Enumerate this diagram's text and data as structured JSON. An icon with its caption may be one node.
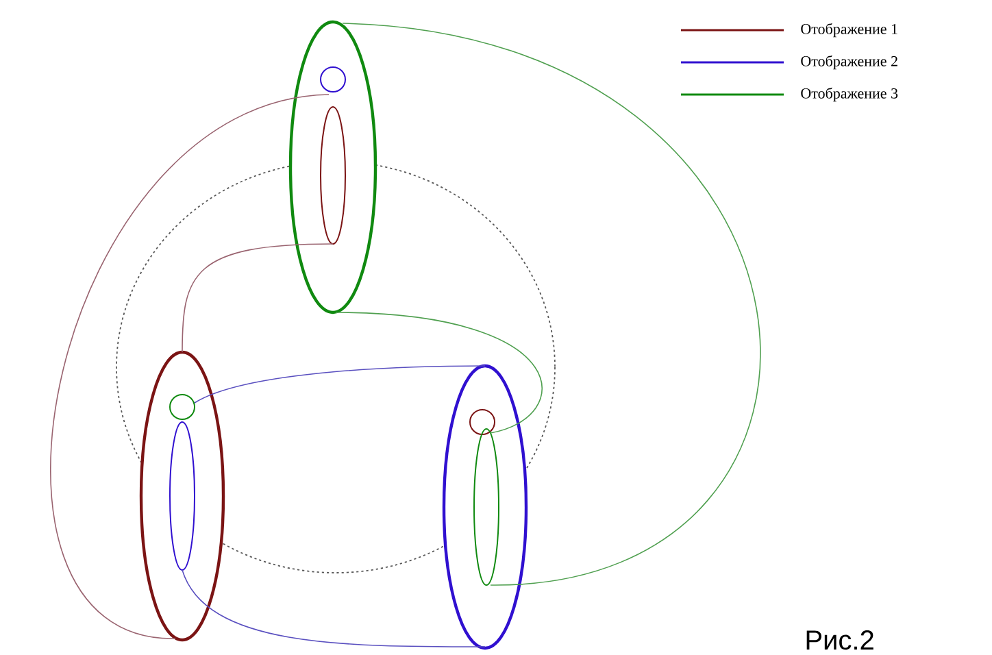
{
  "diagram": {
    "caption": "Рис.2",
    "legend": [
      {
        "text": "Отображение 1"
      },
      {
        "text": "Отображение 2"
      },
      {
        "text": "Отображение 3"
      }
    ]
  }
}
